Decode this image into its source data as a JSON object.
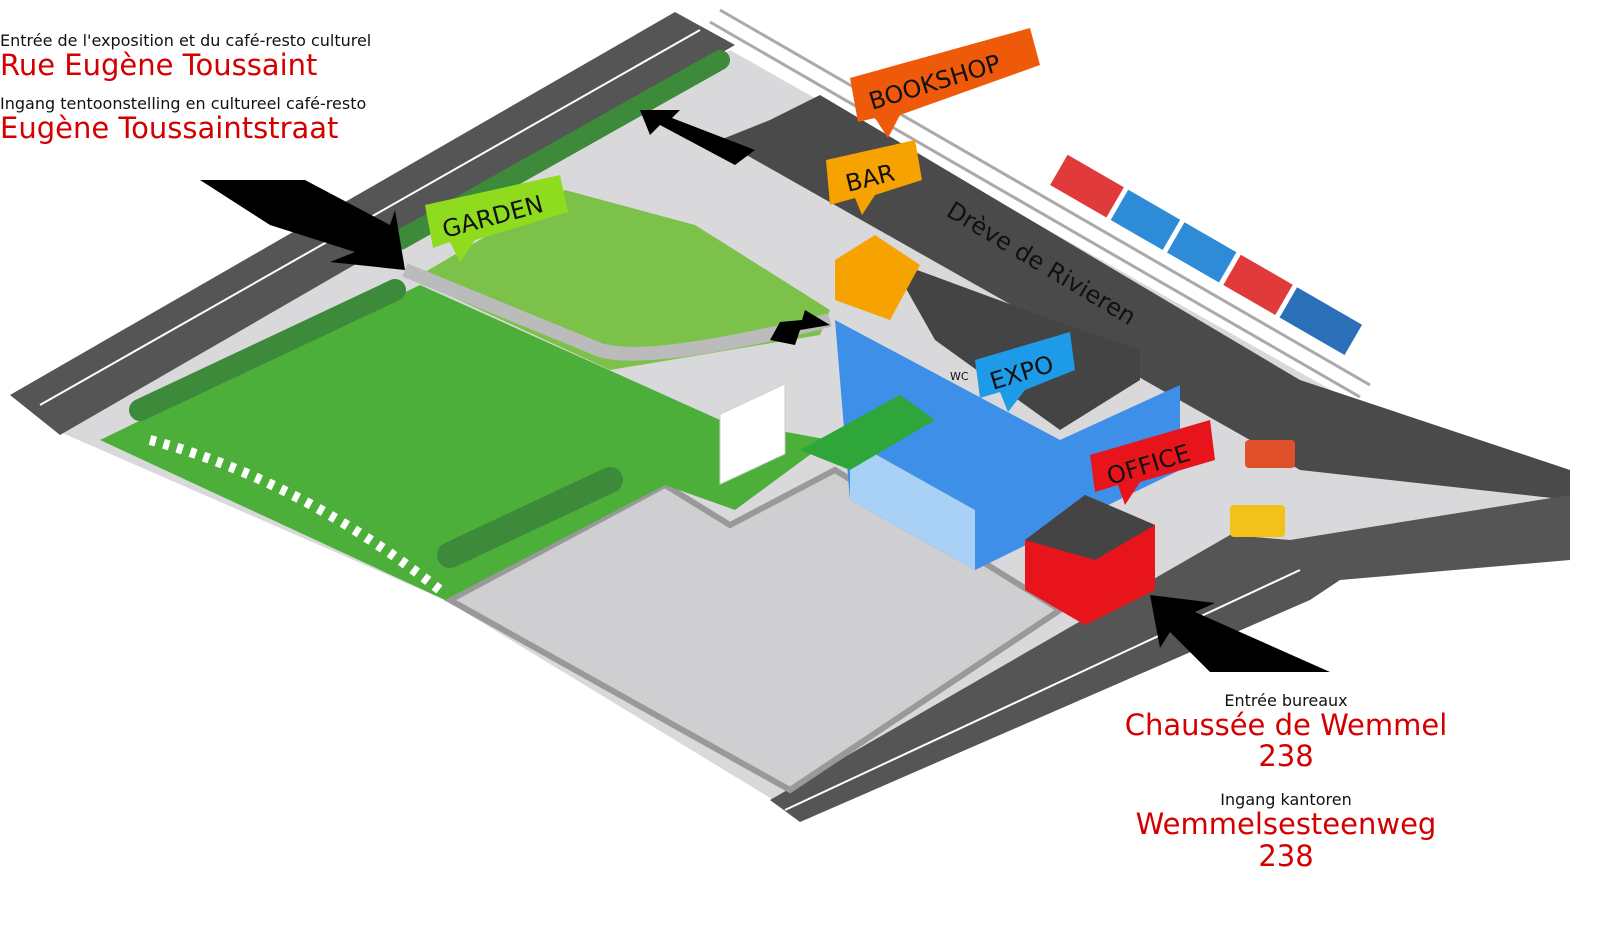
{
  "colors": {
    "street_text": "#d40000",
    "road": "#555555",
    "ground": "#d9d9db",
    "lawn": "#4caf3a",
    "garden": "#7cc24a",
    "bookshop": "#ef5a0a",
    "bar": "#f6a200",
    "garden_tag": "#8fdc1e",
    "expo": "#1e9be8",
    "office": "#e8141c",
    "building_blue": "#3d8fe8"
  },
  "top_left": {
    "fr_label": "Entrée de l'exposition et du café-resto culturel",
    "fr_street": "Rue Eugène Toussaint",
    "nl_label": "Ingang tentoonstelling en cultureel café-resto",
    "nl_street": "Eugène Toussaintstraat"
  },
  "bottom_right": {
    "fr_label": "Entrée bureaux",
    "fr_street": "Chaussée de Wemmel",
    "fr_number": "238",
    "nl_label": "Ingang kantoren",
    "nl_street": "Wemmelsesteenweg",
    "nl_number": "238"
  },
  "map": {
    "road_name": "Drève de Rivieren",
    "tags": {
      "bookshop": "BOOKSHOP",
      "bar": "BAR",
      "garden": "GARDEN",
      "expo": "EXPO",
      "office": "OFFICE",
      "wc": "WC"
    }
  }
}
